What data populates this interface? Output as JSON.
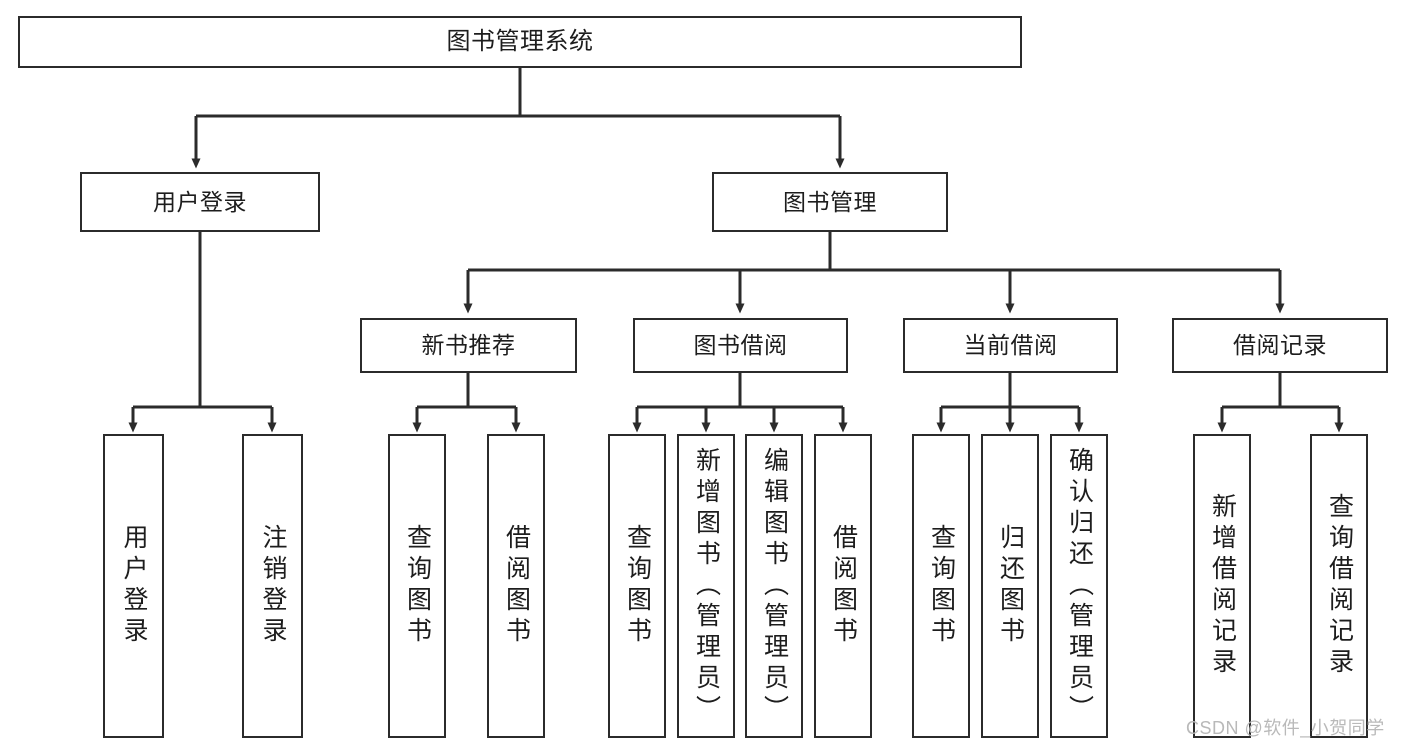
{
  "diagram": {
    "title": "图书管理系统",
    "type": "tree-hierarchy",
    "watermark": "CSDN @软件_小贺同学",
    "colors": {
      "stroke": "#2b2b2b",
      "fill": "#ffffff",
      "text": "#1d1d1d",
      "watermark": "#b9b9b9"
    },
    "root": {
      "label": "图书管理系统"
    },
    "level1": [
      {
        "label": "用户登录"
      },
      {
        "label": "图书管理"
      }
    ],
    "level2": [
      {
        "label": "新书推荐"
      },
      {
        "label": "图书借阅"
      },
      {
        "label": "当前借阅"
      },
      {
        "label": "借阅记录"
      }
    ],
    "leaves": {
      "user_login": [
        {
          "label": "用户登录"
        },
        {
          "label": "注销登录"
        }
      ],
      "new_book_recommend": [
        {
          "label": "查询图书"
        },
        {
          "label": "借阅图书"
        }
      ],
      "book_borrow": [
        {
          "label": "查询图书"
        },
        {
          "label": "新增图书（管理员）"
        },
        {
          "label": "编辑图书（管理员）"
        },
        {
          "label": "借阅图书"
        }
      ],
      "current_borrow": [
        {
          "label": "查询图书"
        },
        {
          "label": "归还图书"
        },
        {
          "label": "确认归还（管理员）"
        }
      ],
      "borrow_record": [
        {
          "label": "新增借阅记录"
        },
        {
          "label": "查询借阅记录"
        }
      ]
    }
  }
}
